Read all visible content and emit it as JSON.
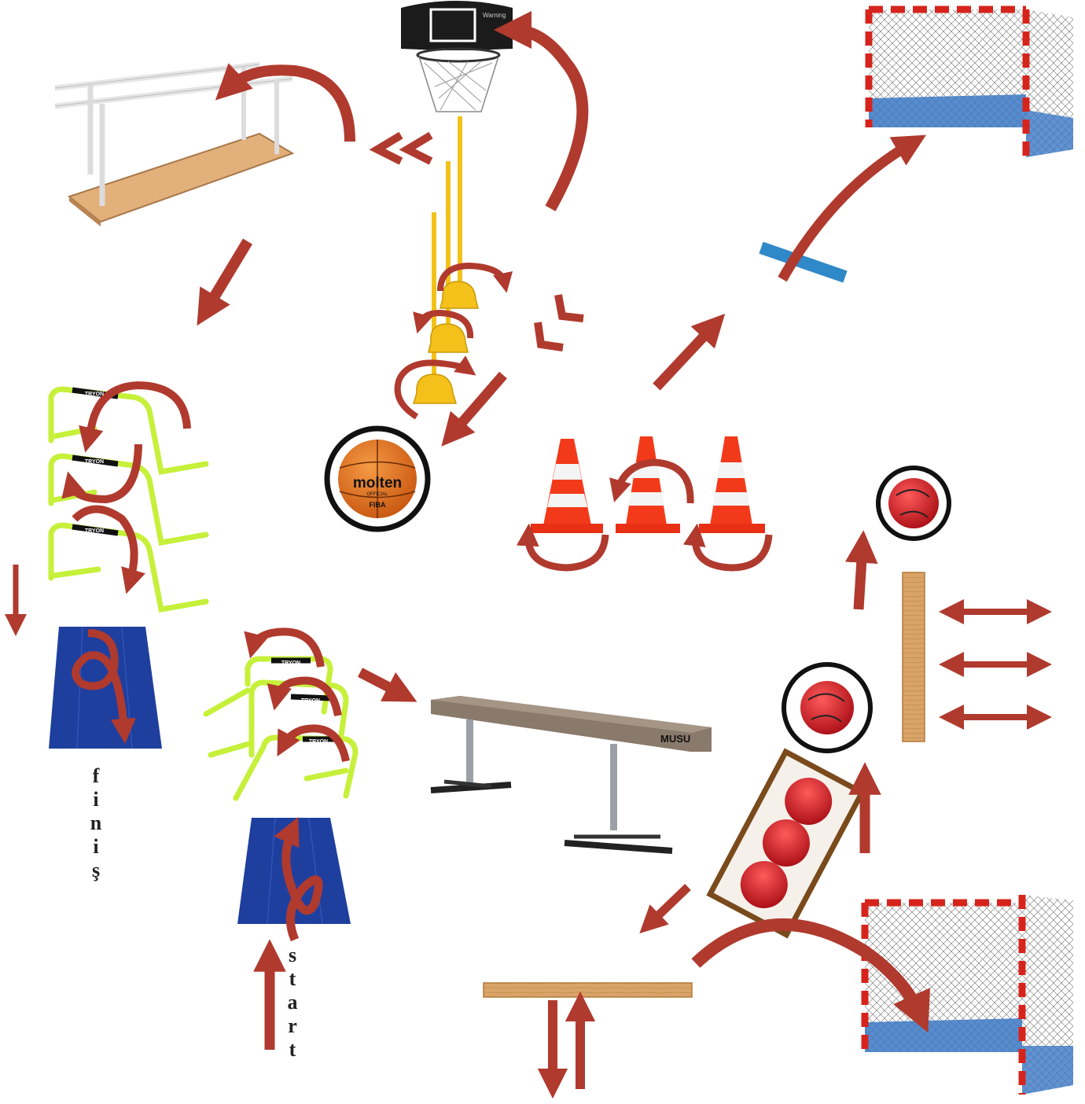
{
  "labels": {
    "finish": "finiş",
    "start": "start"
  },
  "brand_text": {
    "basketball_logo": "molten",
    "basketball_sub": "OFFICIAL",
    "basketball_fiba": "FIBA",
    "beam_brand": "MUSU",
    "hurdle_brand": "TRYON",
    "backboard_warning": "Warning"
  },
  "colors": {
    "arrow": "#b03a2e",
    "arrow_dark": "#8e2a20",
    "hurdle": "#c6f03a",
    "mat": "#1f3f9e",
    "goal_red": "#d6241c",
    "wood": "#d9a468",
    "pole": "#f2c21a",
    "cone": "#f23a1a",
    "stick": "#2f88c8",
    "basketball": "#e8751a"
  },
  "icons": [
    "parallel-bars-icon",
    "basketball-hoop-icon",
    "slalom-poles-icon",
    "handball-goal-icon",
    "hurdle-icon",
    "gym-mat-icon",
    "basketball-icon",
    "traffic-cone-icon",
    "balance-beam-icon",
    "football-icon",
    "wooden-plank-icon",
    "ball-crate-icon",
    "blue-stick-icon",
    "arrow-icon"
  ]
}
